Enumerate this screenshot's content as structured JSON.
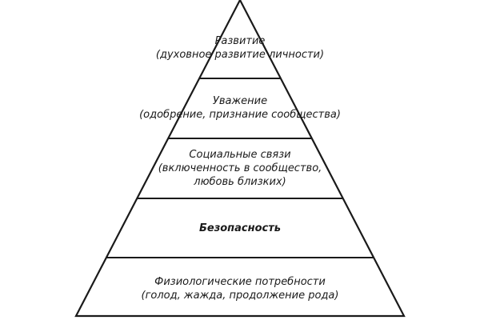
{
  "diagram": {
    "levels": [
      {
        "title": "Развитие",
        "subtitle": "(духовное развитие личности)"
      },
      {
        "title": "Уважение",
        "subtitle": "(одобрение, признание сообщества)"
      },
      {
        "title": "Социальные связи",
        "subtitle_line1": "(включенность в сообщество,",
        "subtitle_line2": "любовь близких)"
      },
      {
        "title": "Безопасность"
      },
      {
        "title": "Физиологические потребности",
        "subtitle": "(голод, жажда, продолжение рода)"
      }
    ],
    "colors": {
      "stroke": "#1a1a1a",
      "background": "#ffffff"
    }
  }
}
